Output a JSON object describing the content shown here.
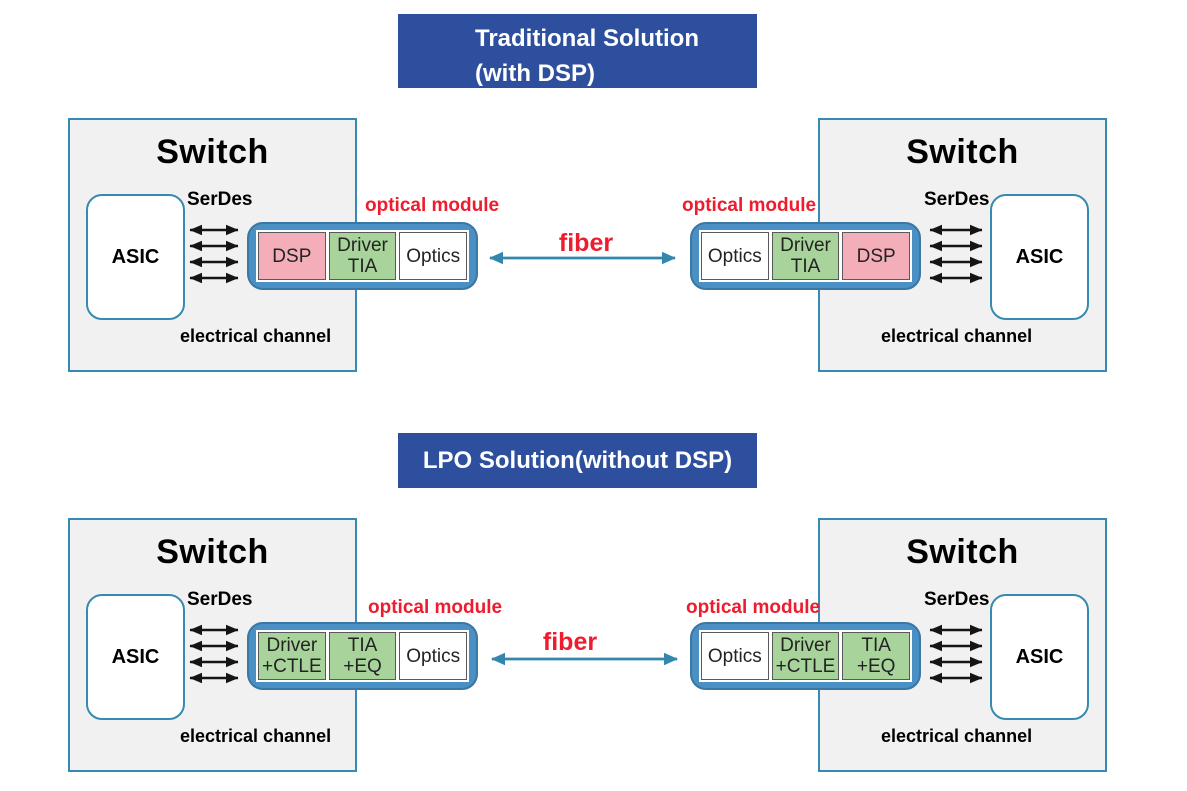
{
  "colors": {
    "banner_bg": "#2d4f9e",
    "banner_text": "#ffffff",
    "switch_bg": "#f1f1f2",
    "switch_border": "#3689b0",
    "asic_bg": "#ffffff",
    "module_bg": "#4a90c4",
    "module_border": "#3a77a3",
    "block_pink": "#f3aeb9",
    "block_green": "#a8d49b",
    "block_white": "#ffffff",
    "block_border": "#58595b",
    "label_red": "#ed1c2e",
    "arrow_black": "#141414",
    "arrow_teal": "#3387ae",
    "text_black": "#000000"
  },
  "sections": [
    {
      "banner": {
        "lines": [
          "Traditional Solution",
          "(with DSP)"
        ]
      },
      "switch_left": {
        "title": "Switch",
        "asic": "ASIC",
        "serdes": "SerDes",
        "channel": "electrical channel"
      },
      "switch_right": {
        "title": "Switch",
        "asic": "ASIC",
        "serdes": "SerDes",
        "channel": "electrical channel"
      },
      "module_left": {
        "label": "optical module",
        "blocks": [
          {
            "type": "dsp",
            "lines": [
              "DSP"
            ]
          },
          {
            "type": "analog",
            "lines": [
              "Driver",
              "TIA"
            ]
          },
          {
            "type": "optics",
            "lines": [
              "Optics"
            ]
          }
        ]
      },
      "module_right": {
        "label": "optical module",
        "blocks": [
          {
            "type": "optics",
            "lines": [
              "Optics"
            ]
          },
          {
            "type": "analog",
            "lines": [
              "Driver",
              "TIA"
            ]
          },
          {
            "type": "dsp",
            "lines": [
              "DSP"
            ]
          }
        ]
      },
      "fiber_label": "fiber"
    },
    {
      "banner": {
        "lines": [
          "LPO Solution(without DSP)"
        ]
      },
      "switch_left": {
        "title": "Switch",
        "asic": "ASIC",
        "serdes": "SerDes",
        "channel": "electrical channel"
      },
      "switch_right": {
        "title": "Switch",
        "asic": "ASIC",
        "serdes": "SerDes",
        "channel": "electrical channel"
      },
      "module_left": {
        "label": "optical module",
        "blocks": [
          {
            "type": "analog",
            "lines": [
              "Driver",
              "+CTLE"
            ]
          },
          {
            "type": "analog",
            "lines": [
              "TIA",
              "+EQ"
            ]
          },
          {
            "type": "optics",
            "lines": [
              "Optics"
            ]
          }
        ]
      },
      "module_right": {
        "label": "optical module",
        "blocks": [
          {
            "type": "optics",
            "lines": [
              "Optics"
            ]
          },
          {
            "type": "analog",
            "lines": [
              "Driver",
              "+CTLE"
            ]
          },
          {
            "type": "analog",
            "lines": [
              "TIA",
              "+EQ"
            ]
          }
        ]
      },
      "fiber_label": "fiber"
    }
  ]
}
